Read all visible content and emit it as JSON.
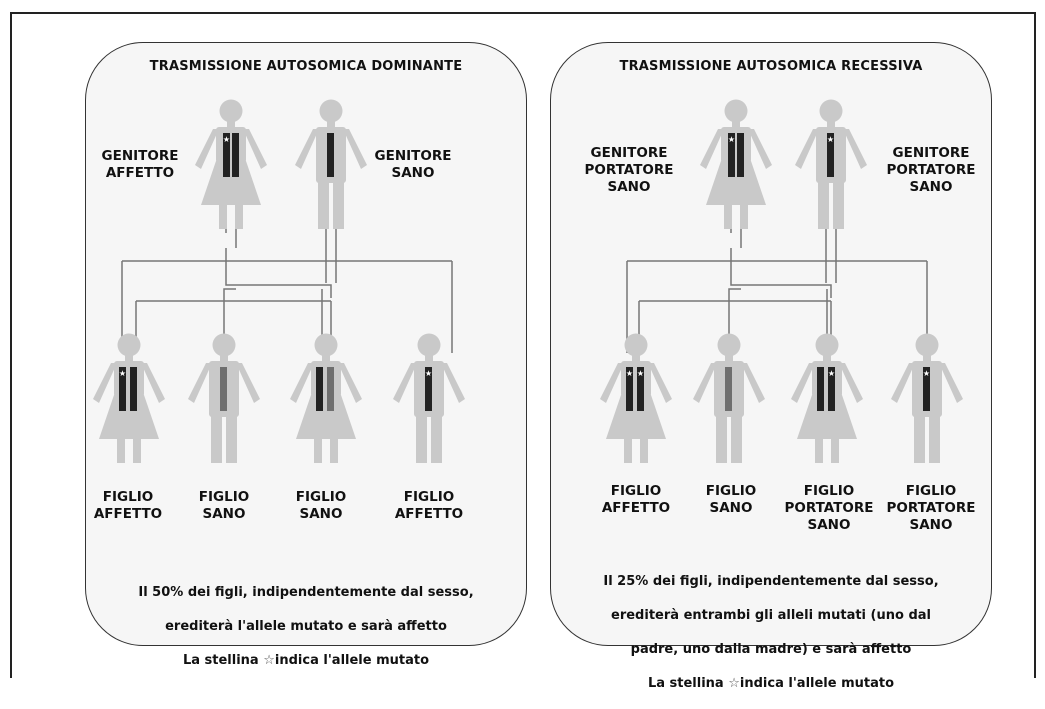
{
  "colors": {
    "figure": "#c9c9c9",
    "chromosome_dark": "#222222",
    "chromosome_gray": "#6f6f6f",
    "panel_border": "#333333",
    "lines": "#777777"
  },
  "left_panel": {
    "title": "TRASMISSIONE AUTOSOMICA DOMINANTE",
    "parent_left": "GENITORE\nAFFETTO",
    "parent_right": "GENITORE\nSANO",
    "children": [
      "FIGLIO\nAFFETTO",
      "FIGLIO\nSANO",
      "FIGLIO\nSANO",
      "FIGLIO\nAFFETTO"
    ],
    "note_line1": "Il 50% dei figli, indipendentemente dal sesso,",
    "note_line2": "erediterà l'allele mutato e sarà affetto",
    "note_line3a": "La stellina ",
    "note_star": "☆",
    "note_line3b": "indica l'allele mutato"
  },
  "right_panel": {
    "title": "TRASMISSIONE AUTOSOMICA RECESSIVA",
    "parent_left": "GENITORE\nPORTATORE\nSANO",
    "parent_right": "GENITORE\nPORTATORE\nSANO",
    "children": [
      "FIGLIO\nAFFETTO",
      "FIGLIO\nSANO",
      "FIGLIO\nPORTATORE\nSANO",
      "FIGLIO\nPORTATORE\nSANO"
    ],
    "note_line1": "Il 25% dei figli, indipendentemente dal sesso,",
    "note_line2": "erediterà entrambi gli alleli mutati (uno dal",
    "note_line3": "padre, uno dalla madre)  e sarà affetto",
    "note_line4a": "La stellina ",
    "note_star": "☆",
    "note_line4b": "indica l'allele mutato"
  }
}
